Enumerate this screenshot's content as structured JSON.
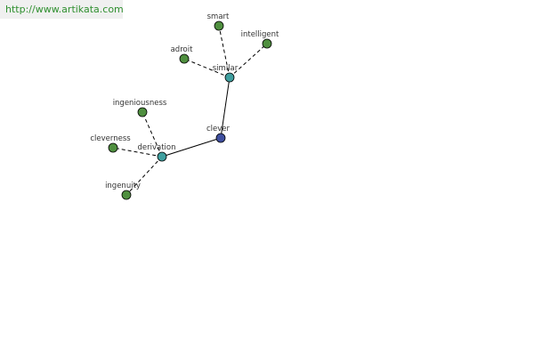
{
  "banner": {
    "text": "http://www.artikata.com"
  },
  "graph": {
    "center": "clever",
    "colors": {
      "center": "#3f4f9f",
      "hub": "#3f9f9f",
      "leaf": "#4f8f3f",
      "edge": "#000000",
      "label": "#333333",
      "banner_text": "#2f8f2f",
      "banner_bg": "#f0f0f0"
    },
    "nodes": [
      {
        "id": "clever",
        "label": "clever",
        "kind": "center"
      },
      {
        "id": "similar",
        "label": "similar",
        "kind": "hub"
      },
      {
        "id": "derivation",
        "label": "derivation",
        "kind": "hub"
      },
      {
        "id": "smart",
        "label": "smart",
        "kind": "leaf"
      },
      {
        "id": "intelligent",
        "label": "intelligent",
        "kind": "leaf"
      },
      {
        "id": "adroit",
        "label": "adroit",
        "kind": "leaf"
      },
      {
        "id": "ingeniousness",
        "label": "ingeniousness",
        "kind": "leaf"
      },
      {
        "id": "cleverness",
        "label": "cleverness",
        "kind": "leaf"
      },
      {
        "id": "ingenuity",
        "label": "ingenuity",
        "kind": "leaf"
      }
    ],
    "edges": [
      {
        "from": "clever",
        "to": "similar",
        "style": "solid"
      },
      {
        "from": "clever",
        "to": "derivation",
        "style": "solid"
      },
      {
        "from": "similar",
        "to": "smart",
        "style": "dashed"
      },
      {
        "from": "similar",
        "to": "intelligent",
        "style": "dashed"
      },
      {
        "from": "similar",
        "to": "adroit",
        "style": "dashed"
      },
      {
        "from": "derivation",
        "to": "ingeniousness",
        "style": "dashed"
      },
      {
        "from": "derivation",
        "to": "cleverness",
        "style": "dashed"
      },
      {
        "from": "derivation",
        "to": "ingenuity",
        "style": "dashed"
      }
    ]
  }
}
